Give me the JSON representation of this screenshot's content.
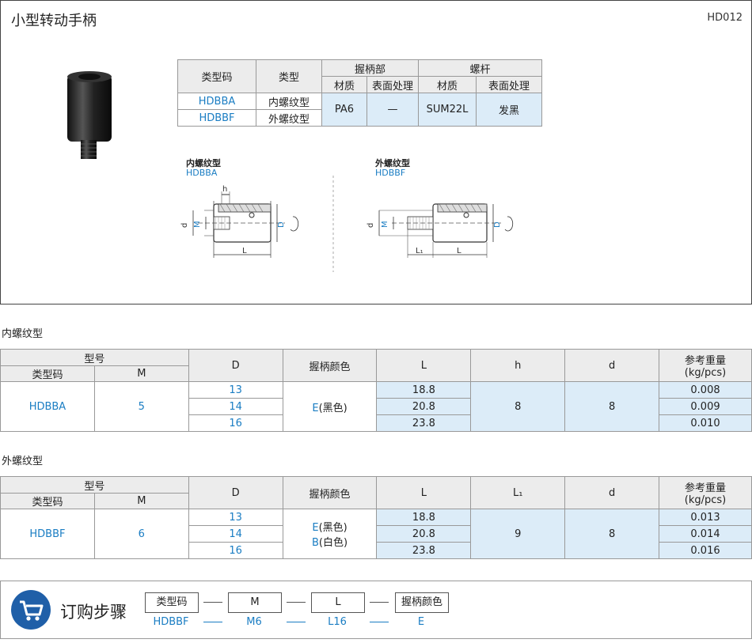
{
  "header": {
    "title": "小型转动手柄",
    "code": "HD012"
  },
  "spec": {
    "h_type_code": "类型码",
    "h_type": "类型",
    "h_grip": "握柄部",
    "h_screw": "螺杆",
    "h_material": "材质",
    "h_surface": "表面处理",
    "h_material2": "材质",
    "h_surface2": "表面处理",
    "row1_code": "HDBBA",
    "row1_type": "内螺纹型",
    "row2_code": "HDBBF",
    "row2_type": "外螺纹型",
    "grip_material": "PA6",
    "grip_surface": "—",
    "screw_material": "SUM22L",
    "screw_surface": "发黑"
  },
  "diagrams": {
    "left_title": "内螺纹型",
    "left_code": "HDBBA",
    "right_title": "外螺纹型",
    "right_code": "HDBBF",
    "lbl_h": "h",
    "lbl_d": "d",
    "lbl_M": "M",
    "lbl_D": "D",
    "lbl_L": "L",
    "lbl_L1": "L₁"
  },
  "inner": {
    "section": "内螺纹型",
    "h_model": "型号",
    "h_type_code": "类型码",
    "h_M": "M",
    "h_D": "D",
    "h_color": "握柄颜色",
    "h_L": "L",
    "h_h": "h",
    "h_d": "d",
    "h_weight1": "参考重量",
    "h_weight2": "(kg/pcs)",
    "code": "HDBBA",
    "M": "5",
    "color": "E(黑色)",
    "h": "8",
    "d": "8",
    "rows": [
      {
        "D": "13",
        "L": "18.8",
        "w": "0.008"
      },
      {
        "D": "14",
        "L": "20.8",
        "w": "0.009"
      },
      {
        "D": "16",
        "L": "23.8",
        "w": "0.010"
      }
    ]
  },
  "outer": {
    "section": "外螺纹型",
    "h_model": "型号",
    "h_type_code": "类型码",
    "h_M": "M",
    "h_D": "D",
    "h_color": "握柄颜色",
    "h_L": "L",
    "h_L1": "L₁",
    "h_d": "d",
    "h_weight1": "参考重量",
    "h_weight2": "(kg/pcs)",
    "code": "HDBBF",
    "M": "6",
    "color1": "E(黑色)",
    "color2": "B(白色)",
    "L1": "9",
    "d": "8",
    "rows": [
      {
        "D": "13",
        "L": "18.8",
        "w": "0.013"
      },
      {
        "D": "14",
        "L": "20.8",
        "w": "0.014"
      },
      {
        "D": "16",
        "L": "23.8",
        "w": "0.016"
      }
    ]
  },
  "order": {
    "title": "订购步骤",
    "boxes": [
      "类型码",
      "M",
      "L",
      "握柄颜色"
    ],
    "values": [
      "HDBBF",
      "M6",
      "L16",
      "E"
    ]
  }
}
